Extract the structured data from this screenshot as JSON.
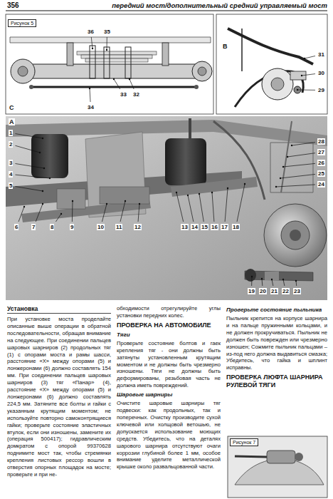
{
  "diagram": {
    "title": "передний мост/дополнительный средний управляемый мост",
    "labels": [
      "356",
      "Рисунок 5",
      "36",
      "35",
      "33",
      "32",
      "34",
      "C",
      "B",
      "31",
      "30",
      "29",
      "A",
      "1",
      "2",
      "3",
      "4",
      "5",
      "28",
      "27",
      "26",
      "25",
      "24",
      "6",
      "7",
      "8",
      "9",
      "10",
      "11",
      "12",
      "13",
      "14",
      "15",
      "16",
      "17",
      "18",
      "19",
      "20",
      "21",
      "22",
      "23",
      "Установка",
      "При установке моста проделайте описанные выше операции в обратной последовательности, обращая внимание на следующее. При соединении пальцев шаровых шарниров (2) продольных тяг (1) с опорами моста и рамы шасси, расстояние «Х» между опорами (5) и лонжеронами (6) должно составлять 154 мм. При соединении пальцев шаровых шарниров (3) тяг «Панар» (4), расстояние «Х» между опорами (5) и лонжеронами (6) должно составлять 224,5 мм. Затяните все болты и гайки с указанным крутящим моментом; не используйте повторно самоконтрящиеся гайки; проверьте состояние эластичных втулок, если они изношены, замените их (операция 500417); гидравлическим домкратом с опорой 99370628 поднимите мост так, чтобы стремянки крепления листовых рессор вошли в отверстия опорных площадок на мосте; проверьте и при не-",
      "обходимости отрегулируйте углы установки передних колес.",
      "ПРОВЕРКА НА АВТОМОБИЛЕ",
      "Тяги",
      "Проверьте состояние болтов и гаек крепления тяг - они должны быть затянуты установленным крутящим моментом и не должны быть чрезмерно изношены. Тяги не должны быть деформированы, резьбовая часть не должна иметь повреждений.",
      "Шаровые шарниры",
      "Очистите шаровые шарниры тяг подвески: как продольных, так и поперечных. Очистку производите сухой ключевой или холщовой ветошью, не допускается использование моющих средств. Убедитесь, что на деталях шарового шарнира отсутствуют очаги коррозии глубиной более 1 мм, особое внимание уделите металлической крышке около развальцованной части.",
      "Проверьте состояние пыльника",
      "Пыльник крепится на корпусе шарнира и на пальце пружинными кольцами, и не должен прокручиваться. Пыльник не должен быть поврежден или чрезмерно изношен; Сожмите пыльник пальцами – из-под него должна выдавиться смазка; Убедитесь, что гайка и шплинт исправны.",
      "ПРОВЕРКА ЛЮФТА ШАРНИРА РУЛЕВОЙ ТЯГИ",
      "Рисунок 7"
    ]
  }
}
